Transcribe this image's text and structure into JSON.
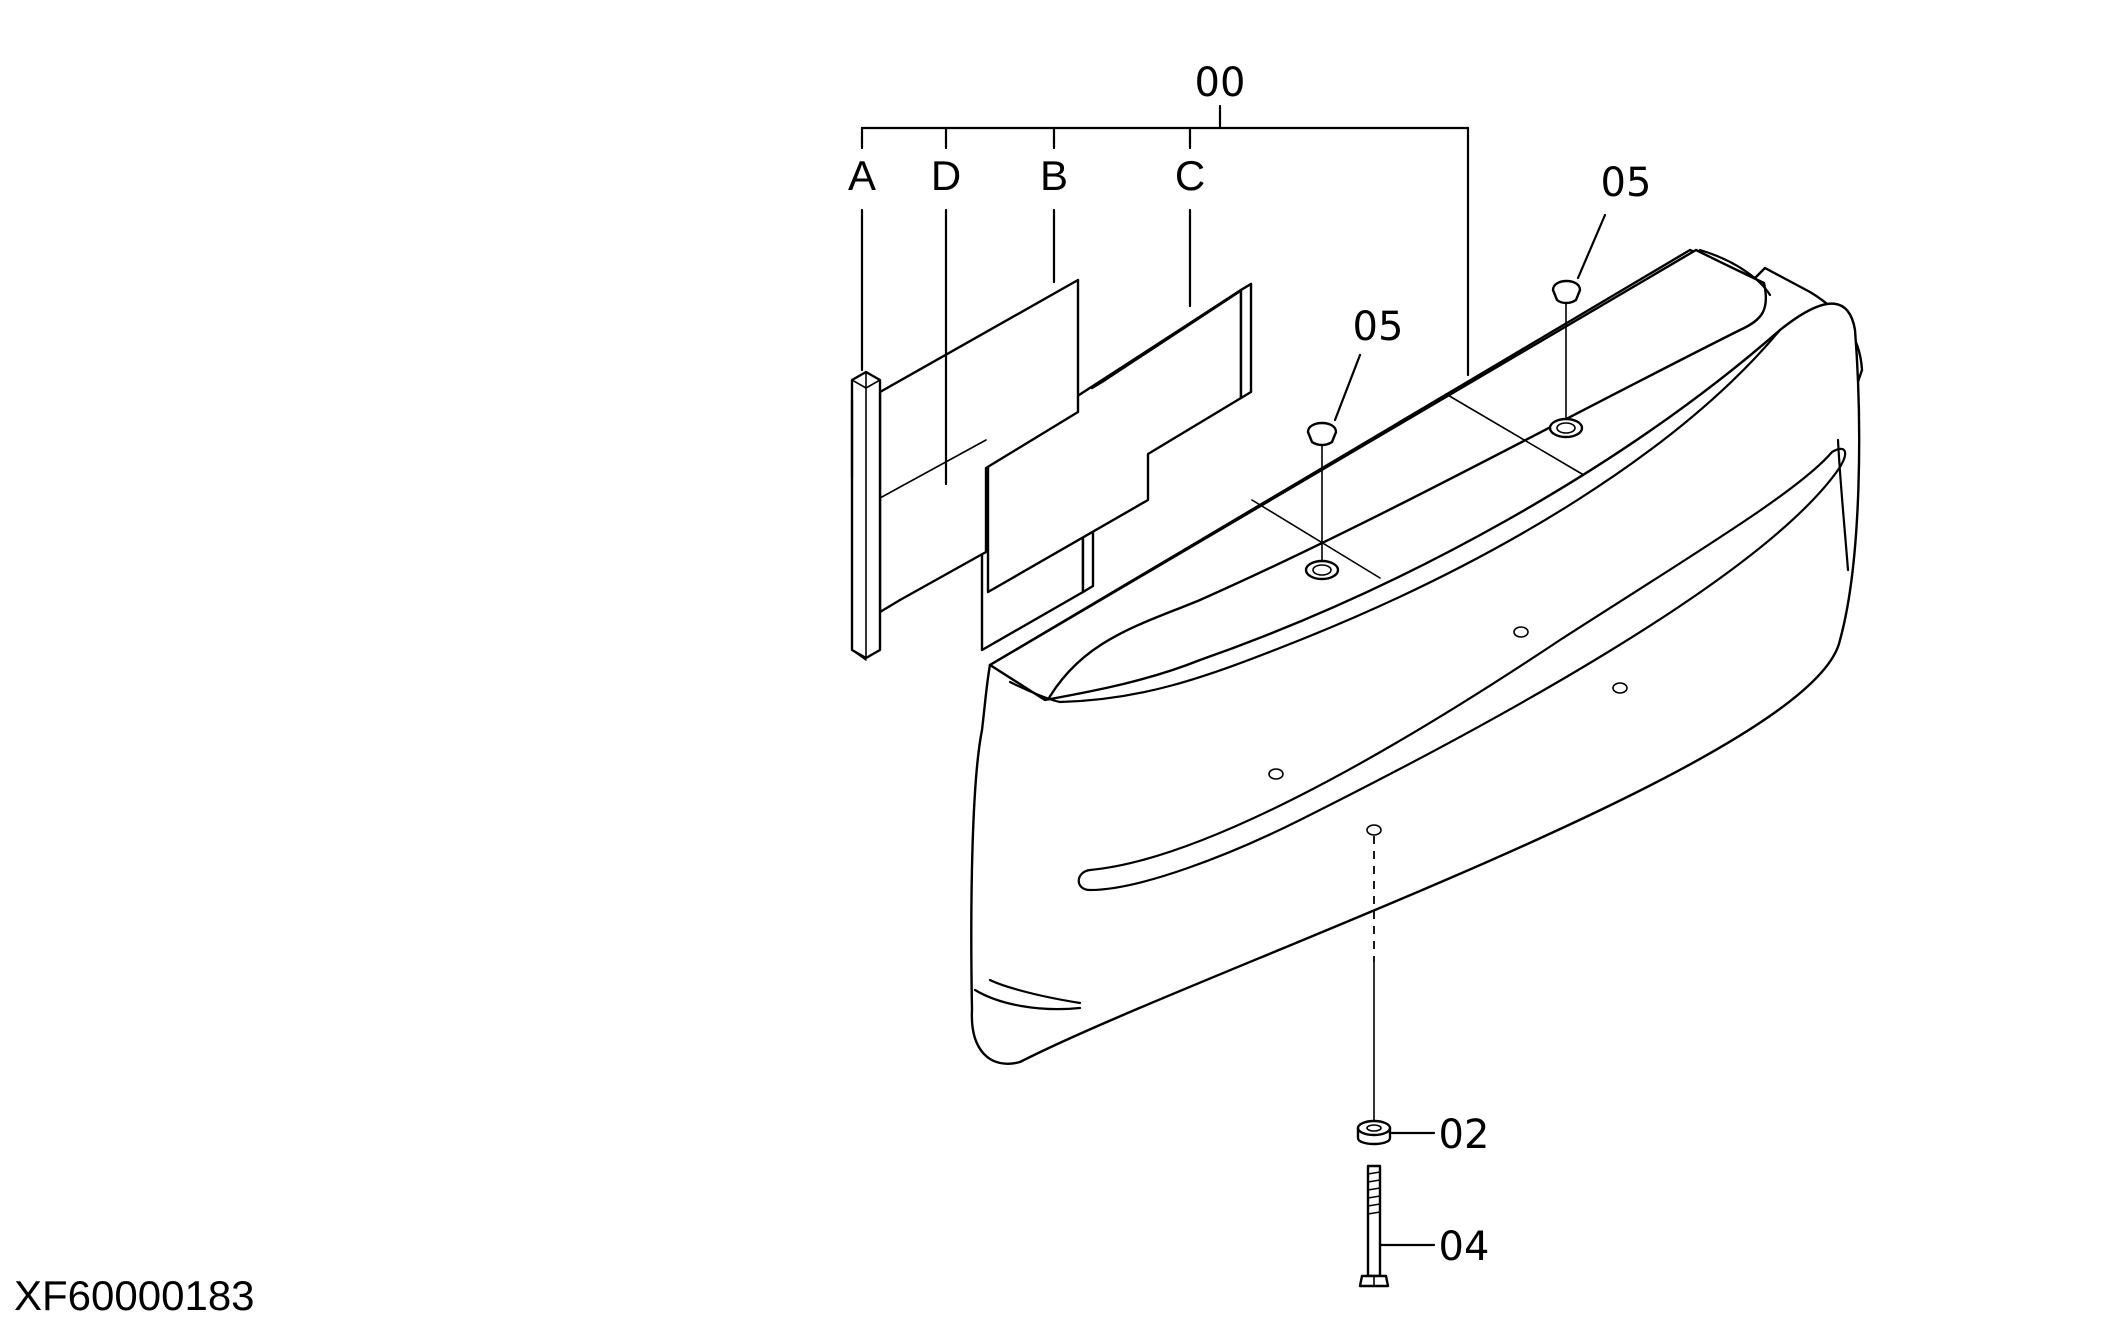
{
  "drawing_id": "XF60000183",
  "assembly_callout": "00",
  "sub_parts": [
    "A",
    "D",
    "B",
    "C"
  ],
  "callouts": {
    "plug_left": "05",
    "plug_right": "05",
    "washer": "02",
    "bolt": "04"
  }
}
